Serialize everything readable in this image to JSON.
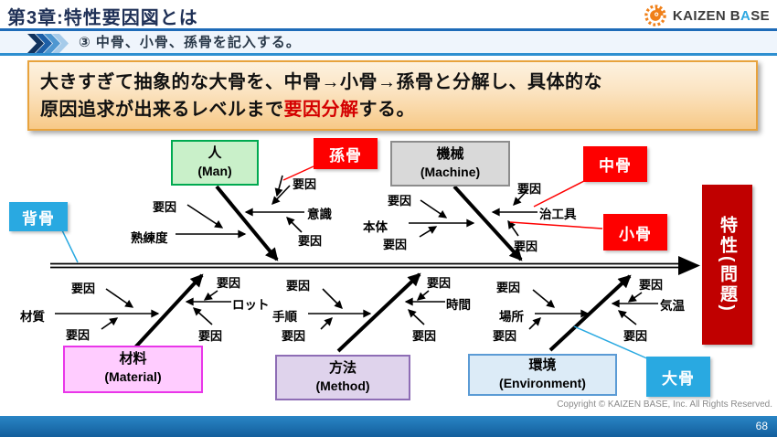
{
  "header": {
    "title": "第3章:特性要因図とは",
    "logo": {
      "prefix": "KAIZEN B",
      "accent": "A",
      "suffix": "SE"
    }
  },
  "step_banner": {
    "label": "③ 中骨、小骨、孫骨を記入する。"
  },
  "callout": {
    "line1": "大きすぎて抽象的な大骨を、中骨→小骨→孫骨と分解し、具体的な",
    "line2_prefix": "原因追求が出来るレベルまで",
    "line2_highlight": "要因分解",
    "line2_suffix": "する。"
  },
  "diagram": {
    "factor_label": "要因",
    "bone_labels": {
      "spine": "背骨",
      "big": "大骨",
      "middle": "中骨",
      "small": "小骨",
      "grandchild": "孫骨"
    },
    "effect": "特性(問題)",
    "categories": {
      "man": {
        "jp": "人",
        "en": "(Man)"
      },
      "machine": {
        "jp": "機械",
        "en": "(Machine)"
      },
      "material": {
        "jp": "材料",
        "en": "(Material)"
      },
      "method": {
        "jp": "方法",
        "en": "(Method)"
      },
      "environment": {
        "jp": "環境",
        "en": "(Environment)"
      }
    },
    "causes": {
      "skill": "熟練度",
      "awareness": "意識",
      "body": "本体",
      "jig": "治工具",
      "quality": "材質",
      "lot": "ロット",
      "procedure": "手順",
      "time": "時間",
      "place": "場所",
      "temperature": "気温"
    }
  },
  "footer": {
    "copyright": "Copyright ©  KAIZEN BASE, Inc.  All Rights Reserved.",
    "page_number": "68"
  },
  "colors": {
    "header_navy": "#1F3056",
    "rule_blue": "#1E6BB8",
    "callout_border_orange": "#E8A33D",
    "callout_highlight_red": "#D40000",
    "label_blue": "#29A9E1",
    "label_red": "#FE0000",
    "effect_dark_red": "#C00000",
    "brand_orange": "#F08019",
    "footer_blue": "#1A6FB5",
    "man_green": "#C9F0C9",
    "machine_gray": "#D9D9D9",
    "material_pink": "#FFCCFF",
    "method_purple": "#DFD3EC",
    "environment_blue": "#DCEBF7"
  }
}
